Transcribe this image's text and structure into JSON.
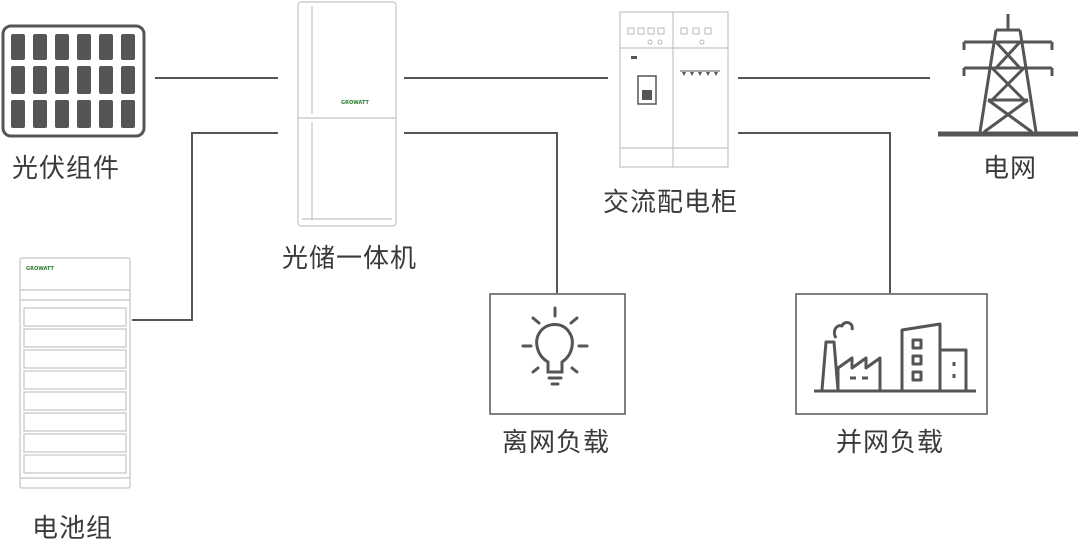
{
  "nodes": {
    "solar_panel": {
      "label": "光伏组件"
    },
    "battery": {
      "label": "电池组",
      "brand": "GROWATT"
    },
    "inverter": {
      "label": "光储一体机",
      "brand": "GROWATT"
    },
    "ac_cabinet": {
      "label": "交流配电柜"
    },
    "grid": {
      "label": "电网"
    },
    "off_grid_load": {
      "label": "离网负载"
    },
    "on_grid_load": {
      "label": "并网负载"
    }
  },
  "colors": {
    "line": "#555555",
    "stroke_light": "#bdbdbd",
    "icon_dark": "#555555",
    "text": "#3a3a3a"
  },
  "icons": {
    "solar_panel": "solar-panel-icon",
    "battery": "battery-cabinet-icon",
    "inverter": "inverter-cabinet-icon",
    "ac_cabinet": "distribution-cabinet-icon",
    "grid": "transmission-tower-icon",
    "off_grid_load": "light-bulb-icon",
    "on_grid_load": "factory-building-icon"
  }
}
